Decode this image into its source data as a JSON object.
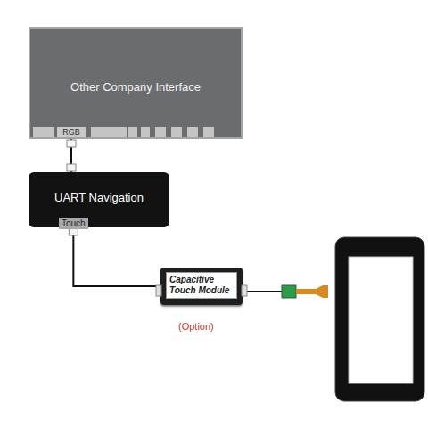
{
  "diagram": {
    "nodes": [
      {
        "text": [
          "Other Company Interface",
          "RGB"
        ]
      },
      {
        "text": [
          "UART Navigation",
          "Touch"
        ]
      },
      {
        "text": [
          "Capacitive Touch Module"
        ]
      }
    ],
    "edges": [
      {
        "from": 0,
        "to": 1,
        "arrow": "none"
      },
      {
        "from": 1,
        "to": 2,
        "arrow": "none"
      }
    ],
    "labels": [
      "(Option)"
    ]
  }
}
